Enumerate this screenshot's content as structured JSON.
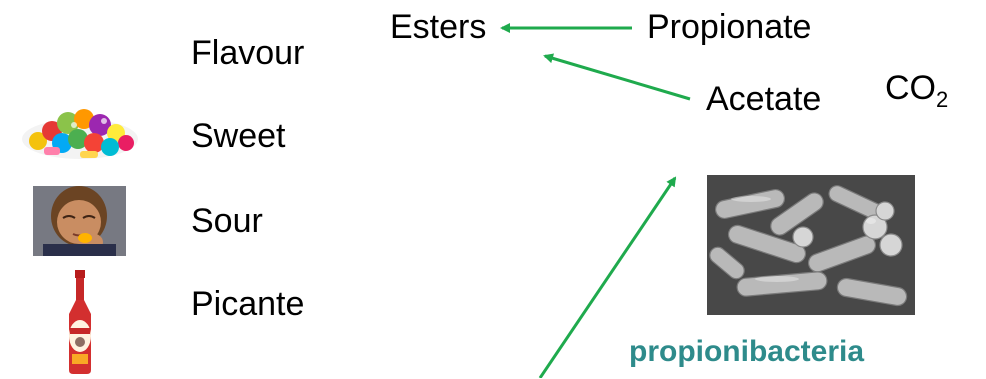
{
  "labels": {
    "flavour": "Flavour",
    "sweet": "Sweet",
    "sour": "Sour",
    "picante": "Picante",
    "esters": "Esters",
    "propionate": "Propionate",
    "acetate": "Acetate",
    "co2_base": "CO",
    "co2_sub": "2",
    "bacteria": "propionibacteria"
  },
  "images": {
    "sweet": "candy-icon",
    "sour": "child-tasting-sour-icon",
    "picante": "hot-sauce-bottle-icon",
    "bacteria": "bacteria-micrograph-image"
  },
  "colors": {
    "arrow": "#1faa4d",
    "bacteria_label": "#2e8b8b",
    "text": "#000000"
  }
}
